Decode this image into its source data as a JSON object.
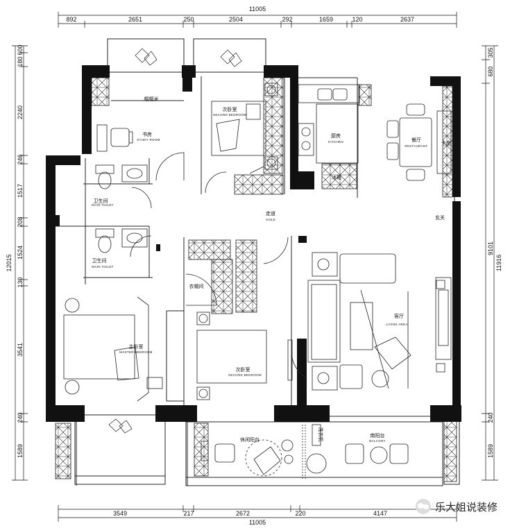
{
  "dims": {
    "top": [
      "892",
      "2651",
      "250",
      "2504",
      "292",
      "1659",
      "120",
      "2637"
    ],
    "top_total": "11005",
    "bottom": [
      "3549",
      "217",
      "2672",
      "220",
      "4147"
    ],
    "bottom_total": "11005",
    "left": [
      "600",
      "180",
      "2240",
      "246",
      "1517",
      "208",
      "1524",
      "130",
      "3541",
      "240",
      "1589"
    ],
    "left_total": "12015",
    "right": [
      "305",
      "680",
      "9101",
      "240",
      "1589"
    ],
    "right_total": "11916"
  },
  "rooms": {
    "wardrobe": {
      "cn": "榻榻米"
    },
    "study": {
      "cn": "书房",
      "en": "STUDY ROOM"
    },
    "second_bedroom_top": {
      "cn": "次卧室",
      "en": "SECOND BEDROOM"
    },
    "kitchen": {
      "cn": "厨房",
      "en": "KITCHEN"
    },
    "storage": {
      "cn": "冰箱"
    },
    "restaurant": {
      "cn": "餐厅",
      "en": "RESTAURANT"
    },
    "card_seat": {
      "cn": "卡座"
    },
    "toilet_top": {
      "cn": "卫生间",
      "en": "MAIN TOILET"
    },
    "aisle": {
      "cn": "走道",
      "en": "AISLE"
    },
    "entry": {
      "cn": "玄关"
    },
    "toilet_bottom": {
      "cn": "卫生间",
      "en": "MAIN TOILET"
    },
    "cloakroom": {
      "cn": "衣帽间"
    },
    "living": {
      "cn": "客厅",
      "en": "LIVING AREA"
    },
    "master_bedroom": {
      "cn": "主卧室",
      "en": "MASTER BEDROOM"
    },
    "second_bedroom_bottom": {
      "cn": "次卧室",
      "en": "SECOND BEDROOM"
    },
    "leisure_balcony": {
      "cn": "休闲阳台"
    },
    "laundry": {
      "cn": "洗衣机"
    },
    "balcony": {
      "cn": "南阳台",
      "en": "BALCONY"
    }
  },
  "watermark": "乐大姐说装修"
}
